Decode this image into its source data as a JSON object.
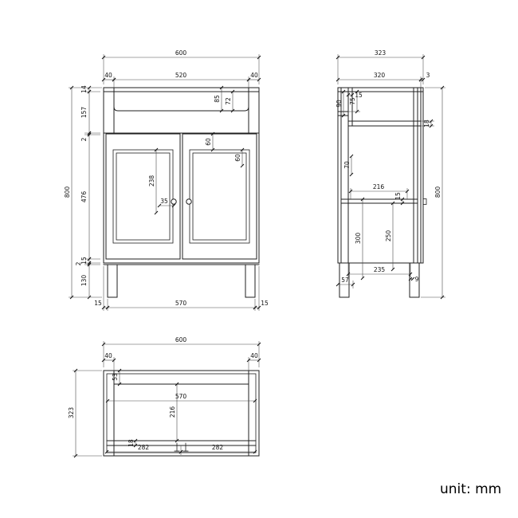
{
  "unit_label": "unit: mm",
  "front_view": {
    "dims": {
      "overall_width": "600",
      "top_left_offset": "40",
      "top_opening": "520",
      "top_right_offset": "40",
      "overall_height": "800",
      "top_trim": "14",
      "apron_height": "157",
      "gap_upper": "2",
      "door_height": "476",
      "bottom_rail": "15",
      "gap_lower": "2",
      "leg_height": "130",
      "recess_depth_inner": "72",
      "recess_depth_outer": "85",
      "door_frame_width_a": "60",
      "door_frame_width_b": "60",
      "panel_height": "238",
      "knob_offset": "35",
      "base_inset_left": "15",
      "base_span": "570",
      "base_inset_right": "15"
    }
  },
  "side_view": {
    "dims": {
      "overall_depth": "323",
      "body_depth": "320",
      "back_panel": "3",
      "overall_height": "800",
      "top_thickness": "18",
      "rail_thickness": "15",
      "front_rail_height": "75",
      "apron_height": "90",
      "upper_gap": "70",
      "shelf_depth": "216",
      "shelf_thickness": "15",
      "lower_height": "300",
      "shelf_to_base": "250",
      "base_depth": "235",
      "base_offset": "9",
      "foot_inset": "57"
    }
  },
  "plan_view": {
    "dims": {
      "overall_width": "600",
      "left_offset": "40",
      "right_offset": "40",
      "overall_depth": "323",
      "back_rail": "53",
      "inner_width": "570",
      "basin_depth": "216",
      "front_rail": "18",
      "foot_spacing_left": "282",
      "foot_spacing_right": "282"
    }
  }
}
